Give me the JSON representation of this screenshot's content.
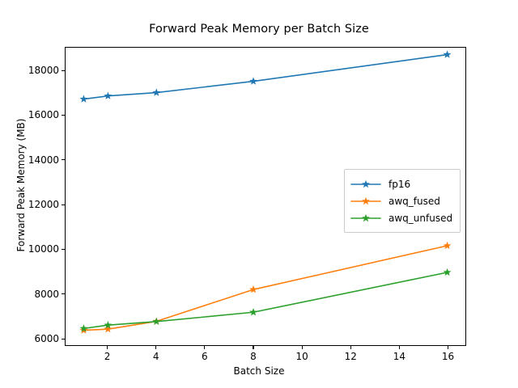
{
  "chart_data": {
    "type": "line",
    "title": "Forward Peak Memory per Batch Size",
    "xlabel": "Batch Size",
    "ylabel": "Forward Peak Memory (MB)",
    "x": [
      1,
      2,
      4,
      8,
      16
    ],
    "xlim": [
      0.25,
      16.75
    ],
    "ylim": [
      5680,
      19050
    ],
    "xticks": [
      2,
      4,
      6,
      8,
      10,
      12,
      14,
      16
    ],
    "xtick_labels": [
      "2",
      "4",
      "6",
      "8",
      "10",
      "12",
      "14",
      "16"
    ],
    "yticks": [
      6000,
      8000,
      10000,
      12000,
      14000,
      16000,
      18000
    ],
    "ytick_labels": [
      "6000",
      "8000",
      "10000",
      "12000",
      "14000",
      "16000",
      "18000"
    ],
    "grid": false,
    "legend_position": "center right",
    "marker": "star",
    "series": [
      {
        "name": "fp16",
        "color": "#1f77b4",
        "values": [
          16740,
          16880,
          17030,
          17540,
          18740
        ]
      },
      {
        "name": "awq_fused",
        "color": "#ff7f0e",
        "values": [
          6350,
          6400,
          6750,
          8180,
          10150
        ]
      },
      {
        "name": "awq_unfused",
        "color": "#2ca02c",
        "values": [
          6430,
          6580,
          6740,
          7160,
          8950
        ]
      }
    ]
  }
}
